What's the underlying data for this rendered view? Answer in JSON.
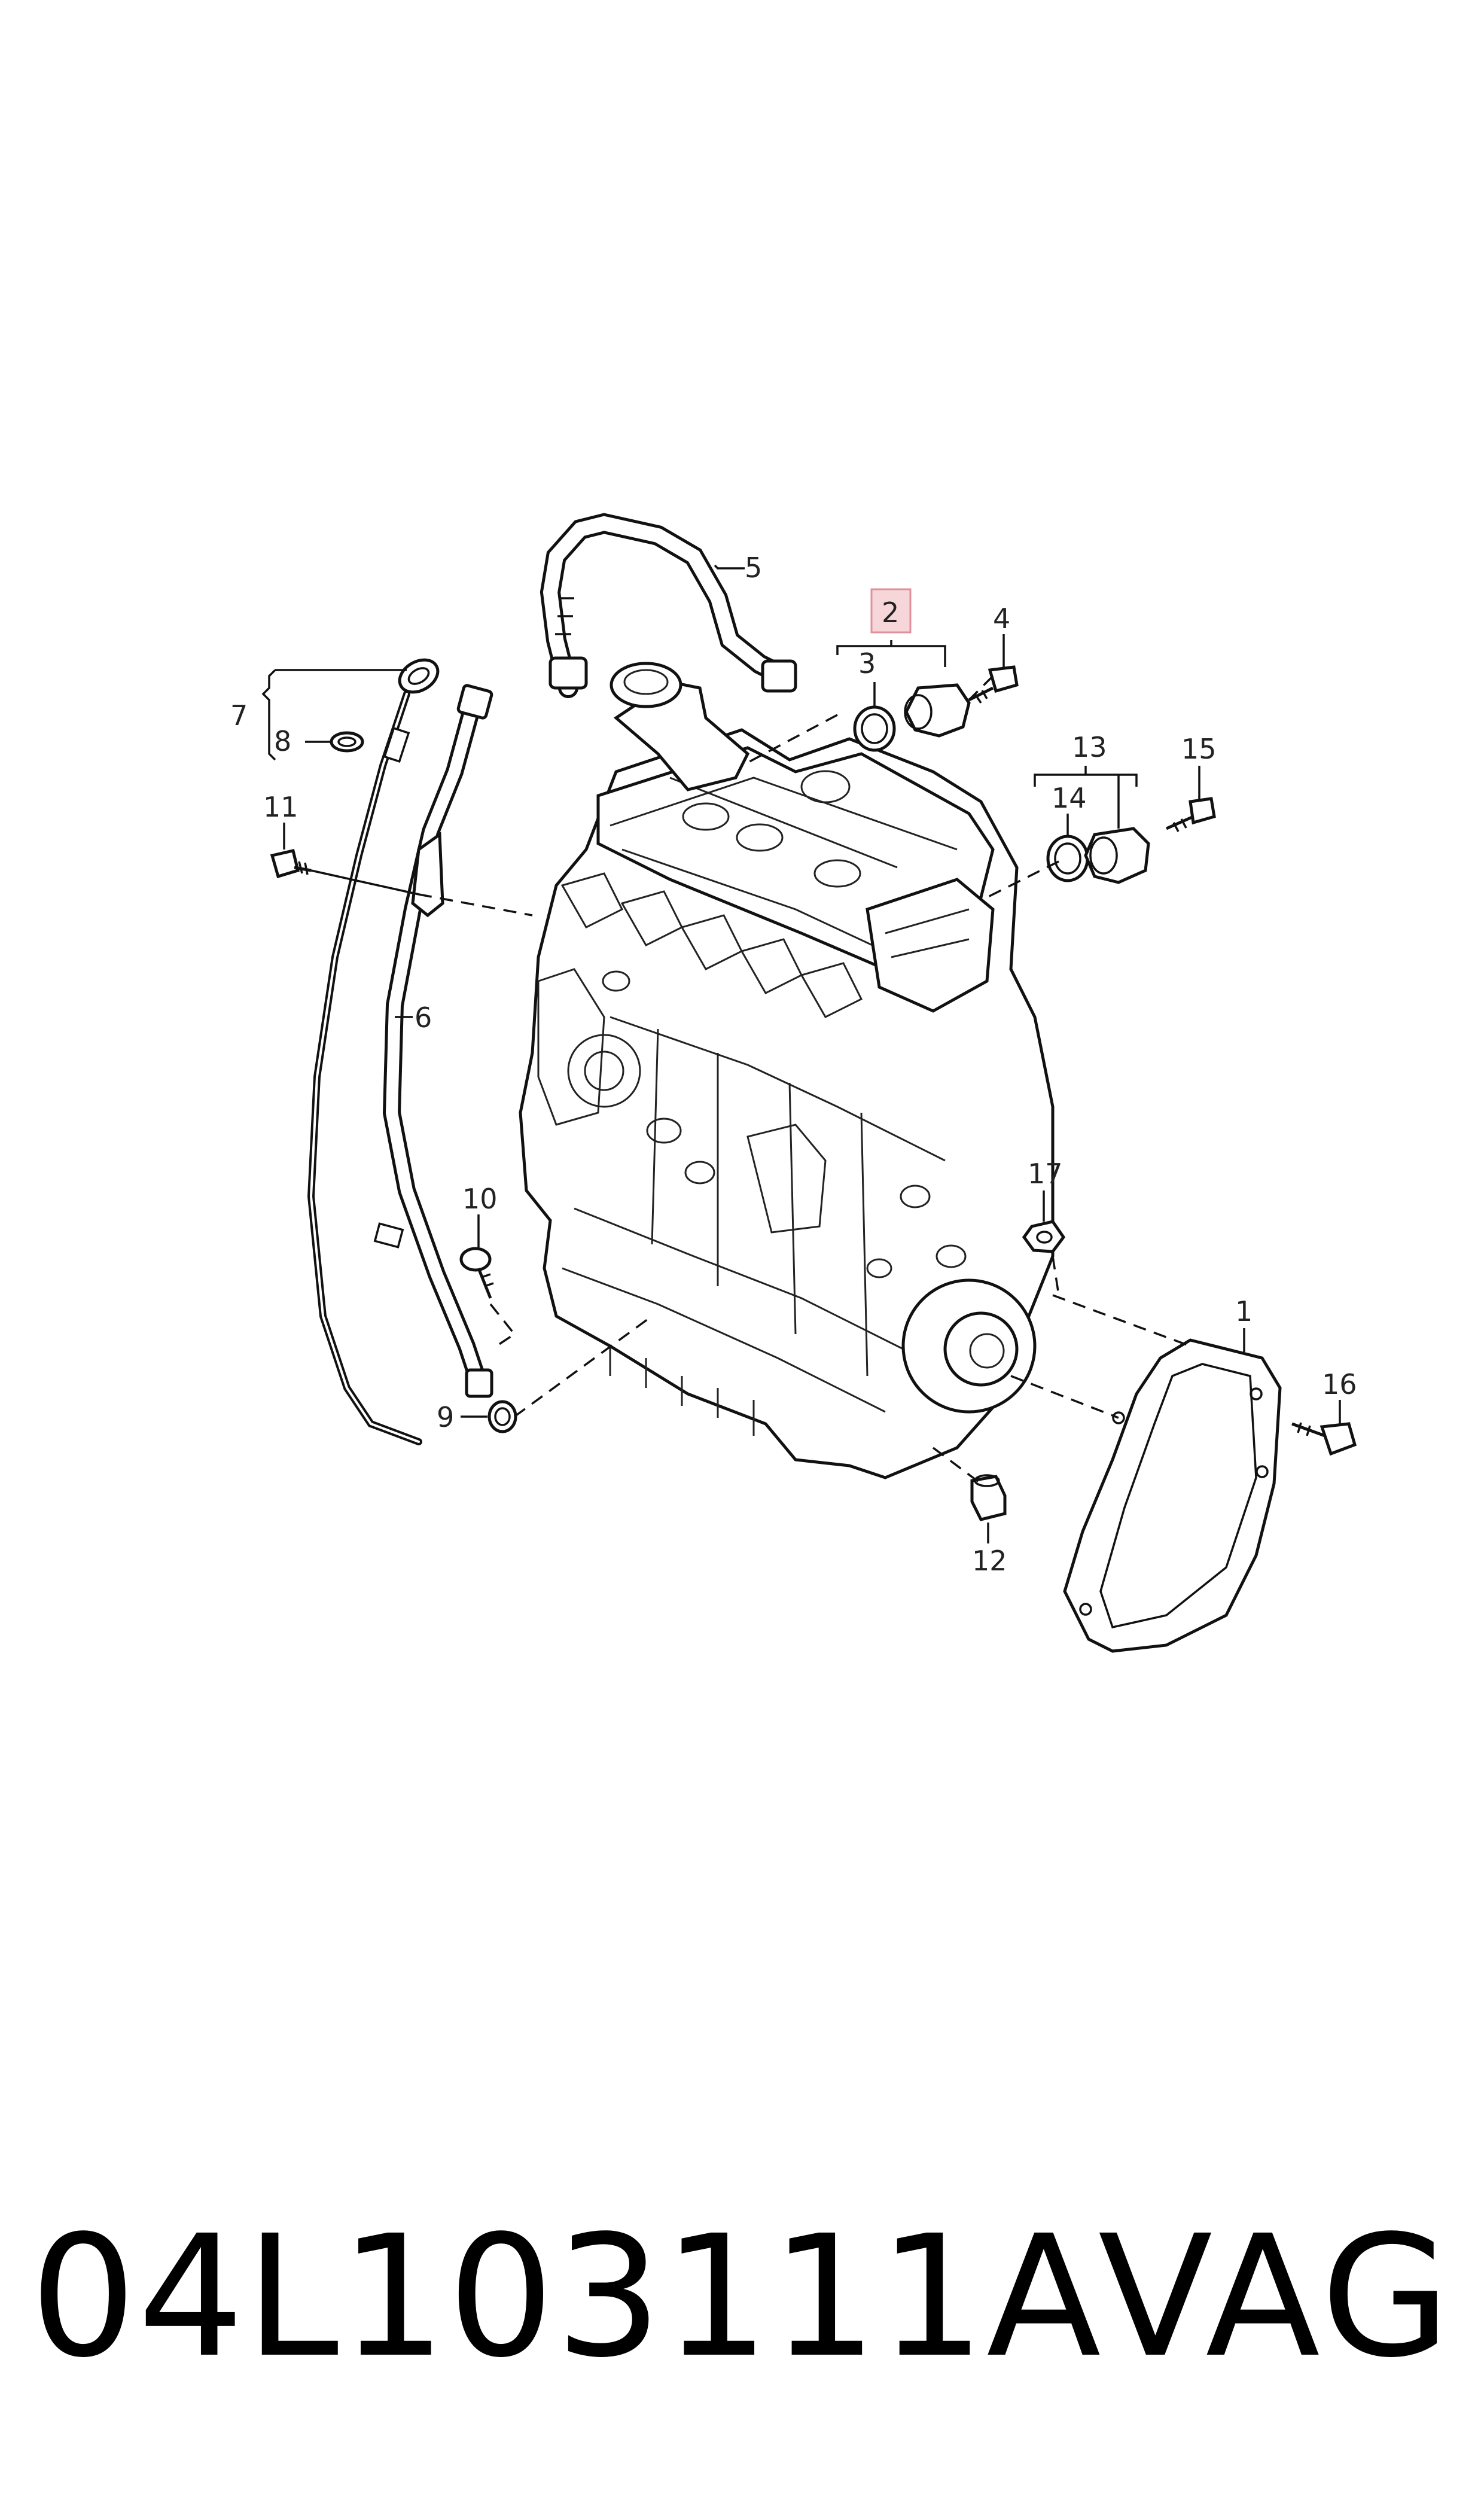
{
  "callouts": {
    "c1": "1",
    "c2": "2",
    "c3": "3",
    "c4": "4",
    "c5": "5",
    "c6": "6",
    "c7": "7",
    "c8": "8",
    "c9": "9",
    "c10": "10",
    "c11": "11",
    "c12": "12",
    "c13": "13",
    "c14": "14",
    "c15": "15",
    "c16": "16",
    "c17": "17"
  },
  "highlight": {
    "callout": "2",
    "fill": "#f6d6d9",
    "stroke": "#e0909a"
  },
  "footer": {
    "part_number": "04L103111A",
    "brand": "VAG"
  }
}
